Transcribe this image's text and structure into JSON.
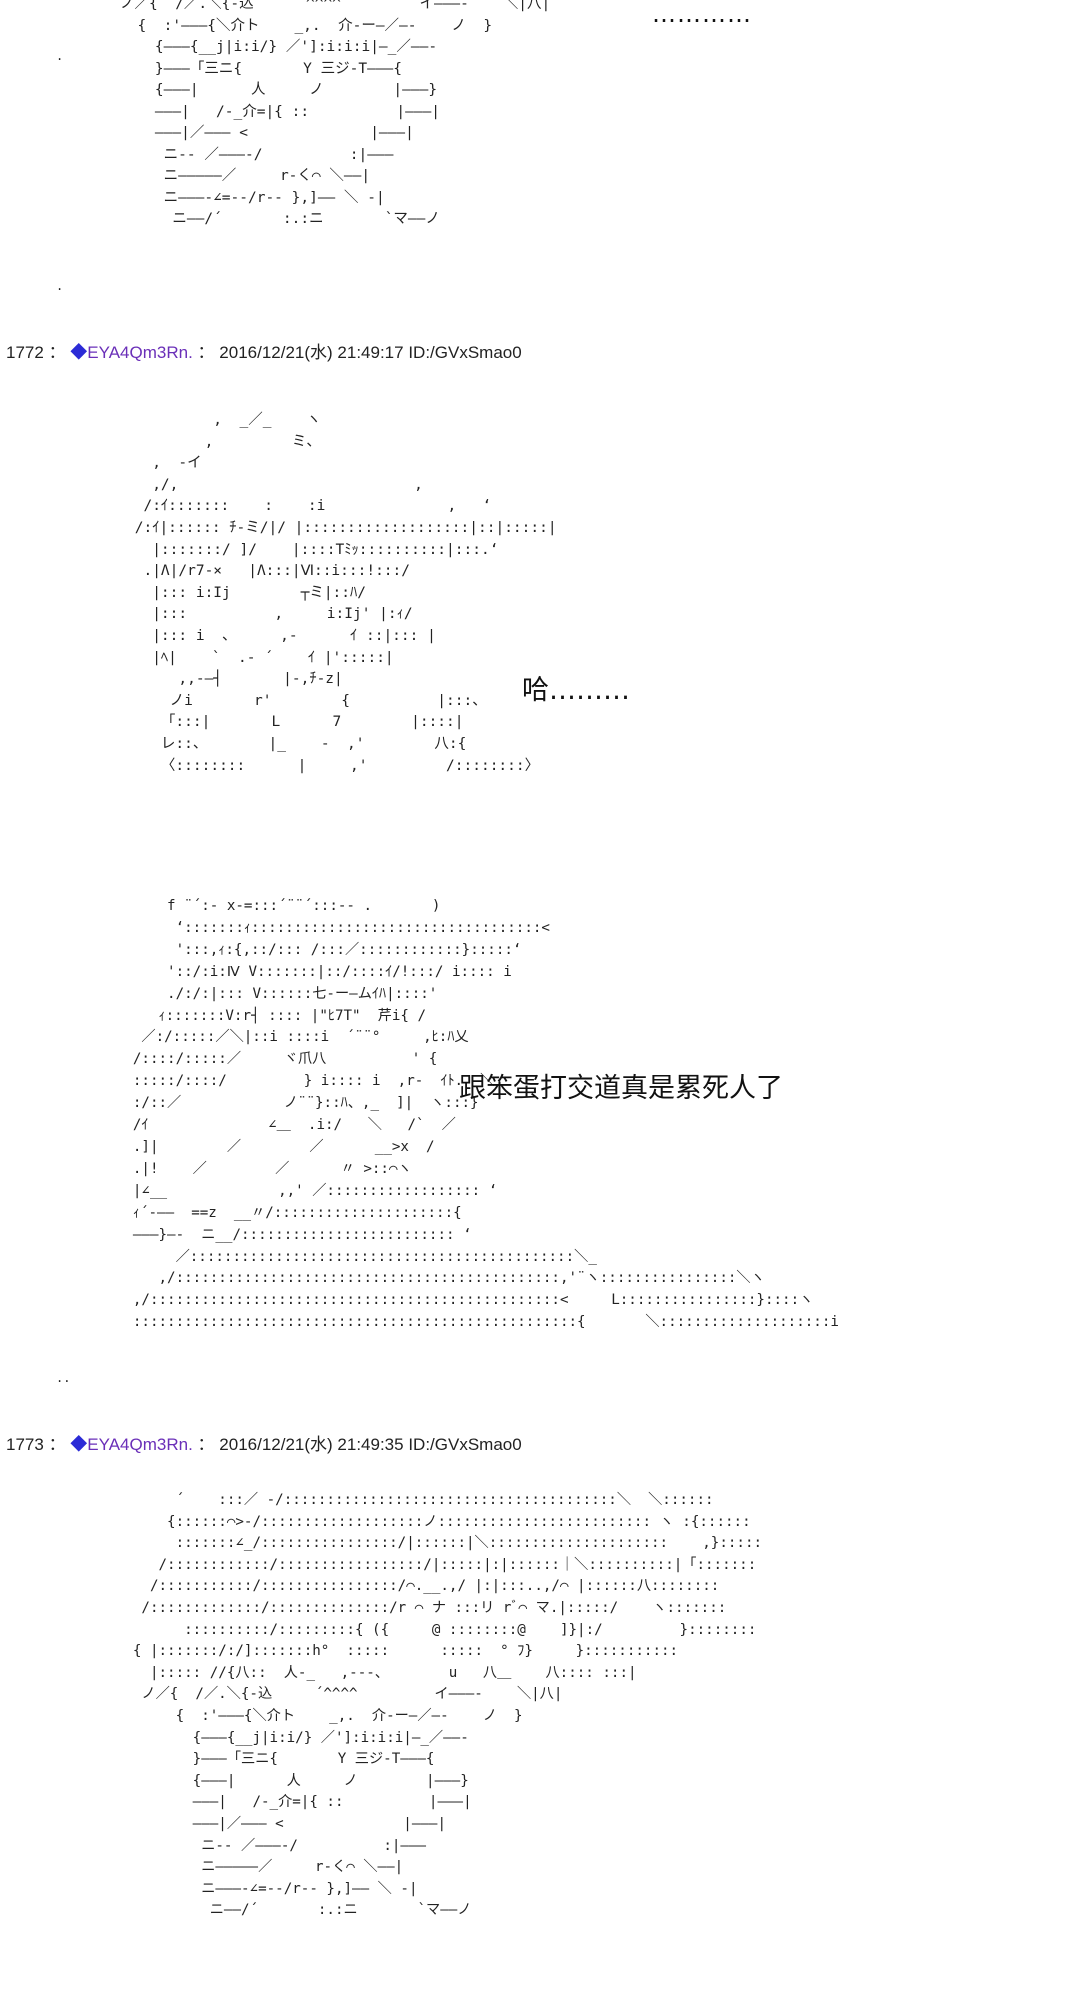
{
  "post1772": {
    "number": "1772",
    "sep": "：",
    "diamond": "◆",
    "trip": "EYA4Qm3Rn.",
    "sep2": "：",
    "datetime": "2016/12/21(水) 21:49:17",
    "id": "ID:/GVxSmao0"
  },
  "post1773": {
    "number": "1773",
    "sep": "：",
    "diamond": "◆",
    "trip": "EYA4Qm3Rn.",
    "sep2": "：",
    "datetime": "2016/12/21(水) 21:49:35",
    "id": "ID:/GVxSmao0"
  },
  "dialogue": {
    "top_dots": "…………",
    "ha": "哈………",
    "tired": "跟笨蛋打交道真是累死人了"
  },
  "ascii_art": {
    "top": "ノ／{  /／.＼{-込     ´^^^^         イ―――‐    ＼|八|\n  {  :'―――{＼介ト    _,.  介-ー―／―‐    ノ  }\n    {―――{__j|i:i/} ／']:i:i:i|―_／――‐\n    }―――「三ニ{       Y 三ジ‐T―――{\n    {―――|      人     ノ        |―――}\n    ―――|   /‐_介=|{ ::          |―――|\n    ―――|／――― <              |―――|\n     ニ‐‐ ／―――‐/          :|―――\n     ニ―――――／     r‐く⌒ ＼――|\n     ニ―――‐∠=‐-/r‐‐ },]―― ＼ ‐|\n      ニ――/´       :.:ニ       `マ――ノ",
    "middle1": "          ,  _／_    ヽ\n         ,         ミ、\n   ,  ‐イ\n   ,/,                           ,\n  /:ｲ:::::::    :    :i              ,   ‘\n /:ｲ|:::::: ﾁ‐ミ/|/ |:::::::::::::::::::|::|:::::|\n   |:::::::/ ]/    |::::Tﾐｯ::::::::::|:::.‘\n  .|Λ|/r7‐×   |Λ:::|Ⅵ::i:::!:::/\n   |::: i:Ij        ┬ミ|::ﾊ/\n   |:::          ,     i:Ij' |:ｨ/\n   |::: i  、     ,-      ｲ ::|::: |\n   |ﾍ|    `  .‐ ´    ｲ |':::::|\n      ,,‐―┤       |‐,ﾁ‐z|\n     ノi       r'        {          |:::、\n    「:::|       L      7        |::::|\n    レ::、       |_    ‐  ,'        八:{\n    〈::::::::      |     ,'         /::::::::〉",
    "middle2": "             f ¨´:‐ x‐=:::´¨¨´:::-‐ .       )\n              ‘:::::::ｨ::::::::::::::::::::::::::::::::::<\n              ':::,ｨ:{,::/::: /:::／::::::::::::}:::::‘\n             '::/:i:Ⅳ V:::::::|::/::::ｲ/!:::/ i:::: i\n             ./:/:|::: V::::::七‐ー―ムｲﾊ|::::'\n            ｨ:::::::V:r┤ :::: |\"ﾋ7T\"  芹i{ /\n          ／:/:::::／＼|::i ::::i  ´¨¨°     ,ﾋ:ﾊ乂\n         /::::/:::::／     ヾ爪八          ' {\n         :::::/::::/         } i:::: i  ,r-  ｲﾄ.  ＼\n         :/::／            ノ¨¨}::ﾊ、,_  ]|  ヽ:::}\n         /ｲ              ∠＿  .i:/   ＼   /`  ／\n         .]|        ／        ／      __>x  /\n         .|!    ／        ／      〃 >::⌒ヽ\n         |∠__             ,,' ／:::::::::::::::::: ‘\n         ｨ´‐――  ==z  __〃/:::::::::::::::::::::{\n         ―――}―‐  ニ__/::::::::::::::::::::::::: ‘\n              ／:::::::::::::::::::::::::::::::::::::::::::::＼_\n            ,/:::::::::::::::::::::::::::::::::::::::::::::,'¨ヽ::::::::::::::::＼ヽ\n         ,/::::::::::::::::::::::::::::::::::::::::::::::::<     L::::::::::::::::}::::ヽ\n         ::::::::::::::::::::::::::::::::::::::::::::::::::::{       ＼::::::::::::::::::::i",
    "bottom": "              ´    :::／ ‐/:::::::::::::::::::::::::::::::::::::::＼  ＼::::::\n             {::::::⌒>-/:::::::::::::::::::ノ::::::::::::::::::::::::: ヽ :{::::::\n              :::::::∠_/::::::::::::::::/|::::::|＼:::::::::::::::::::::    ,}:::::\n            /::::::::::::/:::::::::::::::::/|:::::|:|::::::｜＼::::::::::|「:::::::\n           /:::::::::::/::::::::::::::::/⌒.__.,/ |:|:::..,/⌒ |::::::八::::::::\n          /:::::::::::::/::::::::::::::/r ⌒ ナ :::リ rﾞ⌒ マ.|:::::/    ヽ:::::::\n               ::::::::::/:::::::::{ ({     @ ::::::::@    ]}|:/         }::::::::\n         { |:::::::/:/]:::::::h°  :::::      :::::  ° ﾌ}     }:::::::::::\n           |::::: //{八::  人‐_   ,-‐-、       u   八＿    八:::: :::|\n          ノ／{  /／.＼{-込     ´^^^^         イ―――‐    ＼|八|\n              {  :'―――{＼介ト    _,.  介-ー―／―‐    ノ  }\n                {―――{__j|i:i/} ／']:i:i:i|―_／――‐\n                }―――「三ニ{       Y 三ジ‐T―――{\n                {―――|      人     ノ        |―――}\n                ―――|   /‐_介=|{ ::          |―――|\n                ―――|／――― <              |―――|\n                 ニ‐‐ ／―――‐/          :|―――\n                 ニ―――――／     r‐く⌒ ＼――|\n                 ニ―――‐∠=‐-/r‐‐ },]―― ＼ ‐|\n                  ニ――/´       :.:ニ       `マ――ノ"
  },
  "margin_dots": {
    "dot": ".",
    "dots2": "..",
    "comma": "‥"
  }
}
